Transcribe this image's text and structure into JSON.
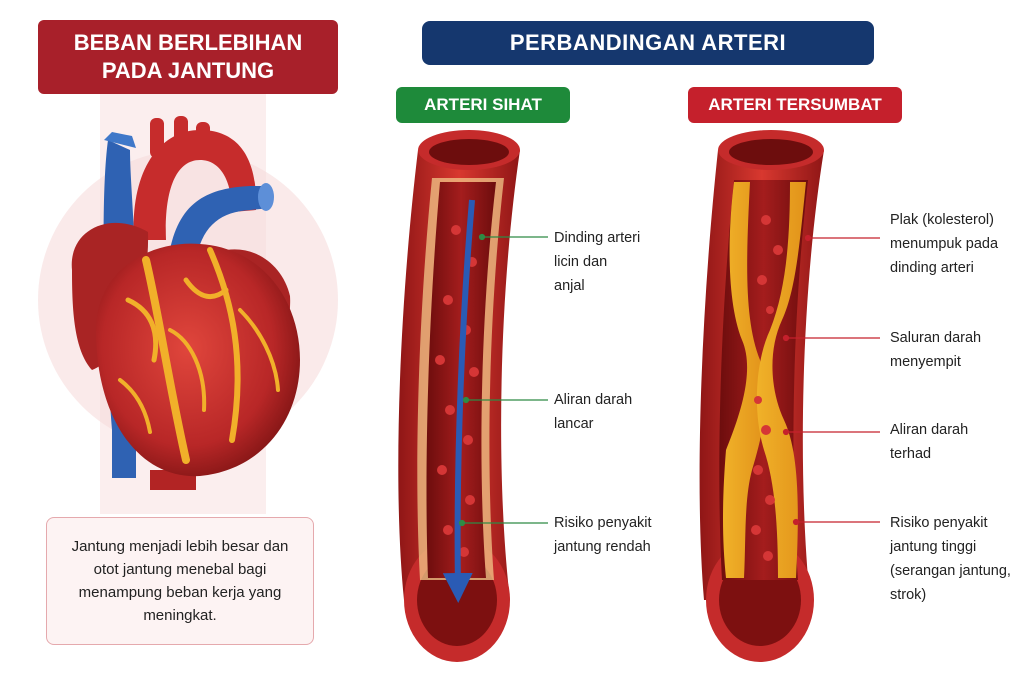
{
  "left_panel": {
    "title": "BEBAN BERLEBIHAN\nPADA JANTUNG",
    "note": "Jantung menjadi lebih besar dan otot jantung menebal bagi menampung beban kerja yang meningkat."
  },
  "comparison": {
    "title": "PERBANDINGAN ARTERI",
    "healthy": {
      "tag": "ARTERI SIHAT",
      "callouts": [
        "Dinding arteri\nlicin dan\nanjal",
        "Aliran darah\nlancar",
        "Risiko penyakit\njantung rendah"
      ]
    },
    "blocked": {
      "tag": "ARTERI TERSUMBAT",
      "callouts": [
        "Plak (kolesterol)\nmenumpuk pada\ndinding arteri",
        "Saluran darah\nmenyempit",
        "Aliran darah\nterhad",
        "Risiko penyakit\njantung tinggi\n(serangan jantung,\nstrok)"
      ]
    }
  },
  "colors": {
    "left_banner": "#a8202a",
    "main_banner": "#15376e",
    "healthy_tag": "#1e8a3a",
    "blocked_tag": "#c5202c",
    "healthy_leader": "#2e8b45",
    "blocked_leader": "#c5202c"
  },
  "icons": [
    "heart-illustration",
    "healthy-artery-illustration",
    "blocked-artery-illustration",
    "blood-flow-arrow"
  ]
}
